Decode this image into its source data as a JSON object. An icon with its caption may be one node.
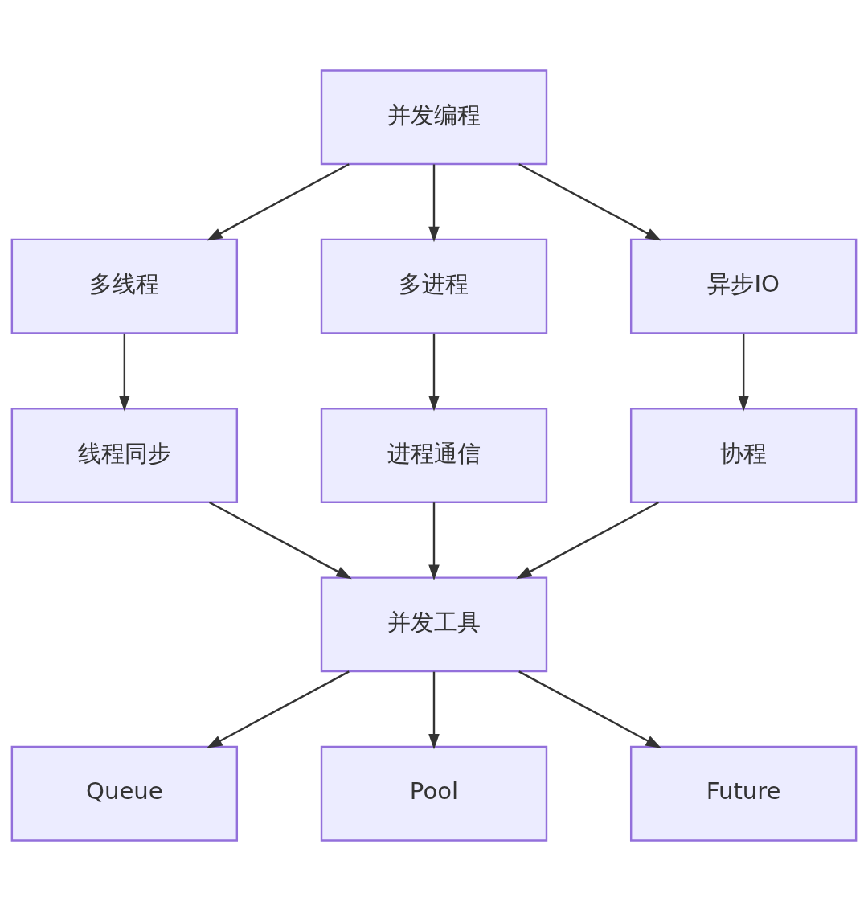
{
  "diagram": {
    "nodes": [
      {
        "text": [
          "并发编程"
        ]
      },
      {
        "text": [
          "多线程"
        ]
      },
      {
        "text": [
          "多进程"
        ]
      },
      {
        "text": [
          "异步IO"
        ]
      },
      {
        "text": [
          "线程同步"
        ]
      },
      {
        "text": [
          "进程通信"
        ]
      },
      {
        "text": [
          "协程"
        ]
      },
      {
        "text": [
          "并发工具"
        ]
      },
      {
        "text": [
          "Queue"
        ]
      },
      {
        "text": [
          "Pool"
        ]
      },
      {
        "text": [
          "Future"
        ]
      }
    ],
    "edges": [
      {
        "from": 0,
        "to": 1,
        "arrow": "to"
      },
      {
        "from": 0,
        "to": 2,
        "arrow": "to"
      },
      {
        "from": 0,
        "to": 3,
        "arrow": "to"
      },
      {
        "from": 1,
        "to": 4,
        "arrow": "to"
      },
      {
        "from": 2,
        "to": 5,
        "arrow": "to"
      },
      {
        "from": 3,
        "to": 6,
        "arrow": "to"
      },
      {
        "from": 4,
        "to": 7,
        "arrow": "to"
      },
      {
        "from": 5,
        "to": 7,
        "arrow": "to"
      },
      {
        "from": 6,
        "to": 7,
        "arrow": "to"
      },
      {
        "from": 7,
        "to": 8,
        "arrow": "to"
      },
      {
        "from": 7,
        "to": 9,
        "arrow": "to"
      },
      {
        "from": 7,
        "to": 10,
        "arrow": "to"
      }
    ]
  }
}
